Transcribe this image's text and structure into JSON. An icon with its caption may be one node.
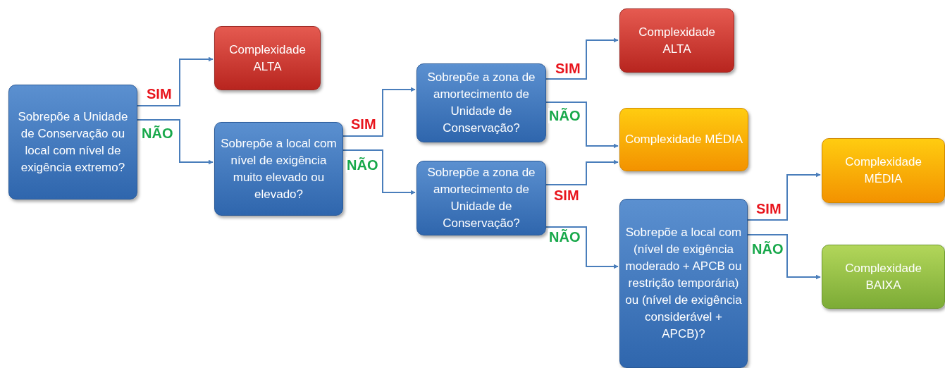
{
  "diagram": {
    "nodes": [
      {
        "text": [
          "Sobrepõe a Unidade de Conservação ou local com nível de exigência extremo?"
        ]
      },
      {
        "text": [
          "Complexidade ALTA"
        ]
      },
      {
        "text": [
          "Sobrepõe a local com nível de exigência muito elevado ou elevado?"
        ]
      },
      {
        "text": [
          "Sobrepõe a zona de amortecimento de Unidade de Conservação?"
        ]
      },
      {
        "text": [
          "Sobrepõe a zona de amortecimento de Unidade de Conservação?"
        ]
      },
      {
        "text": [
          "Complexidade ALTA"
        ]
      },
      {
        "text": [
          "Complexidade MÉDIA"
        ]
      },
      {
        "text": [
          "Sobrepõe a local com (nível de exigência moderado + APCB ou restrição temporária) ou (nível de exigência considerável + APCB)?"
        ]
      },
      {
        "text": [
          "Complexidade MÉDIA"
        ]
      },
      {
        "text": [
          "Complexidade BAIXA"
        ]
      }
    ],
    "edges": [
      {
        "from": 0,
        "to": 1,
        "arrow": "to",
        "label": "SIM"
      },
      {
        "from": 0,
        "to": 2,
        "arrow": "to",
        "label": "NÃO"
      },
      {
        "from": 2,
        "to": 3,
        "arrow": "to",
        "label": "SIM"
      },
      {
        "from": 2,
        "to": 4,
        "arrow": "to",
        "label": "NÃO"
      },
      {
        "from": 3,
        "to": 5,
        "arrow": "to",
        "label": "SIM"
      },
      {
        "from": 3,
        "to": 6,
        "arrow": "to",
        "label": "NÃO"
      },
      {
        "from": 4,
        "to": 6,
        "arrow": "to",
        "label": "SIM"
      },
      {
        "from": 4,
        "to": 7,
        "arrow": "to",
        "label": "NÃO"
      },
      {
        "from": 7,
        "to": 8,
        "arrow": "to",
        "label": "SIM"
      },
      {
        "from": 7,
        "to": 9,
        "arrow": "to",
        "label": "NÃO"
      }
    ]
  }
}
